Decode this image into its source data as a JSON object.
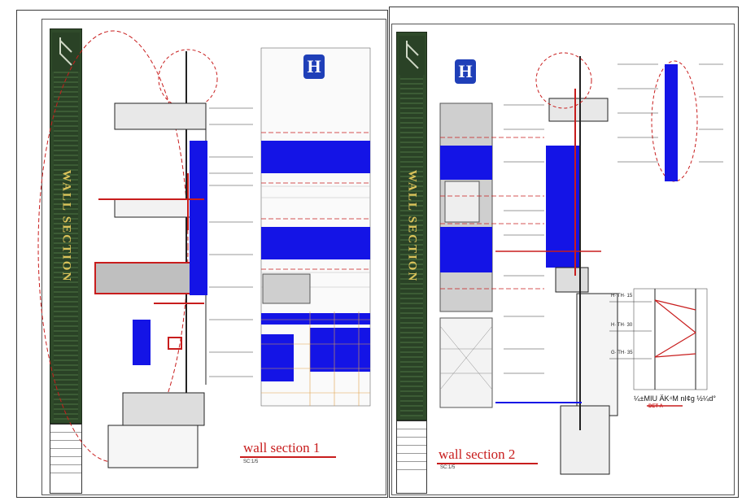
{
  "sheets": [
    {
      "strip_label": "WALL SECTION",
      "section_title": "wall      section 1",
      "scale": "SC:1/5"
    },
    {
      "strip_label": "WALL SECTION",
      "section_title": "wall      section 2",
      "scale": "SC:1/5"
    }
  ],
  "logo": {
    "letter": "H"
  },
  "detail": {
    "caption": "DET A",
    "dimension_text": "¼±MIU ÄK⁴M nI¢g ½¼d°"
  },
  "tags": [
    "H· TH· 15",
    "H· TH· 30",
    "G· TH· 35"
  ],
  "colors": {
    "accent_red": "#c81d1d",
    "tile_blue": "#1414e6",
    "strip_green": "#2f4a2a",
    "strip_text": "#d9c25a"
  }
}
